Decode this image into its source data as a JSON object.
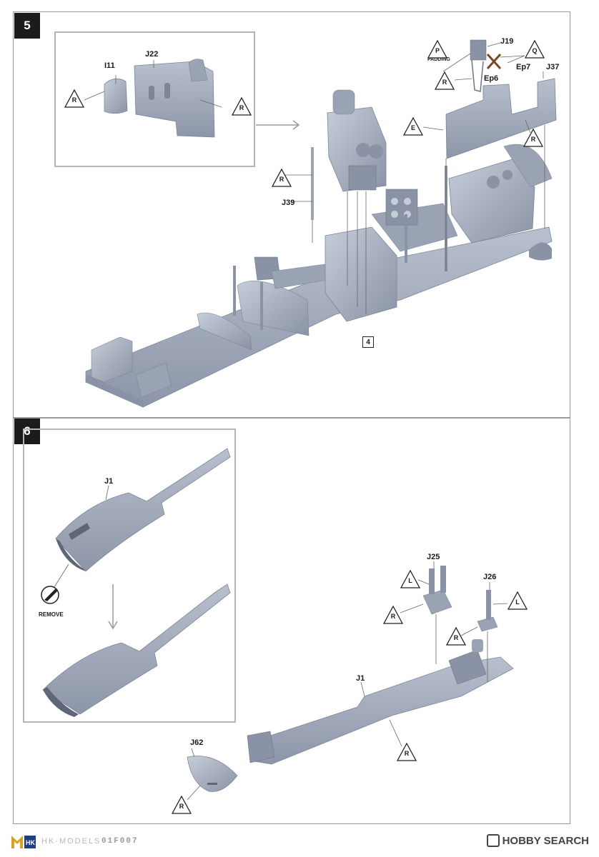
{
  "steps": {
    "step5": {
      "number": "5",
      "parts": {
        "I11": "I11",
        "J22": "J22",
        "J19": "J19",
        "Ep7": "Ep7",
        "Ep6": "Ep6",
        "J37": "J37",
        "J39": "J39"
      },
      "padding_label": "PADDING",
      "ref_box": "4",
      "markers": [
        "R",
        "R",
        "P",
        "Q",
        "R",
        "E",
        "R",
        "R"
      ]
    },
    "step6": {
      "number": "6",
      "parts": {
        "J1_a": "J1",
        "J1_b": "J1",
        "J25": "J25",
        "J26": "J26",
        "J62": "J62"
      },
      "remove_label": "REMOVE",
      "markers": [
        "L",
        "L",
        "R",
        "R",
        "R",
        "R"
      ]
    }
  },
  "footer": {
    "brand": "HK-MODELS",
    "code": "01F007",
    "watermark": "HOBBY SEARCH"
  },
  "colors": {
    "part_fill": "#a9b2c2",
    "part_shade": "#8a93a5",
    "part_light": "#c6cdd9",
    "line": "#555555",
    "cross": "#7a4a1e"
  }
}
